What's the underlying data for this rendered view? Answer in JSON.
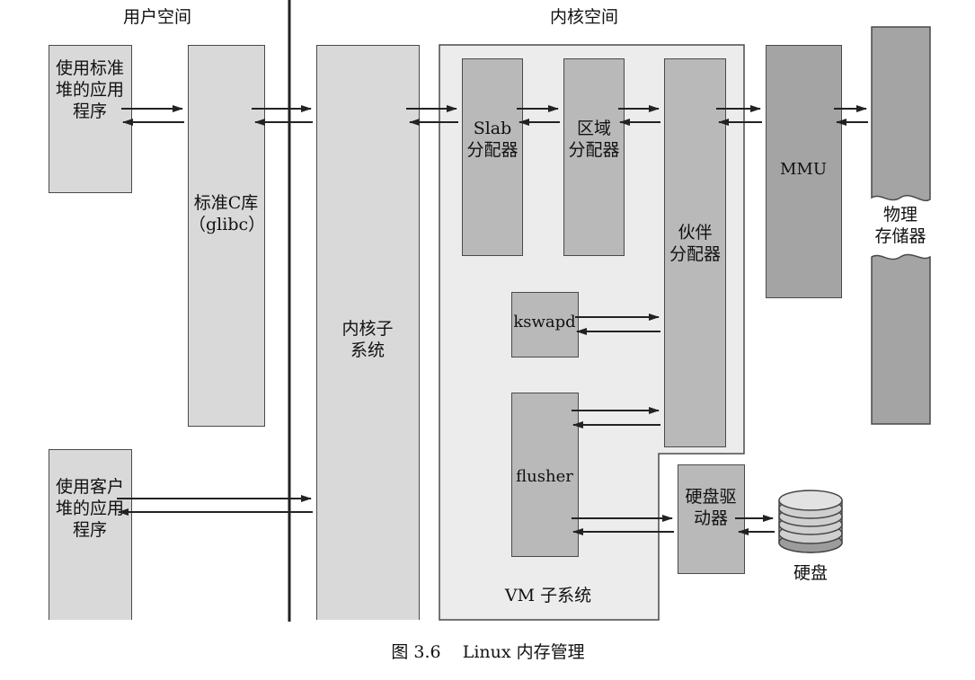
{
  "sections": {
    "user_space": "用户空间",
    "kernel_space": "内核空间"
  },
  "boxes": {
    "std_heap_app": "使用标准\n堆的应用\n程序",
    "glibc": "标准C库\n（glibc）",
    "kernel_subsystem": "内核子\n系统",
    "custom_heap_app": "使用客户\n堆的应用\n程序",
    "slab": "Slab\n分配器",
    "zone": "区域\n分配器",
    "buddy": "伙伴\n分配器",
    "kswapd": "kswapd",
    "flusher": "flusher",
    "vm_subsystem": "VM 子系统",
    "mmu": "MMU",
    "physical_memory": "物理\n存储器",
    "disk_driver": "硬盘驱\n动器",
    "disk": "硬盘"
  },
  "caption": "图 3.6    Linux 内存管理",
  "colors": {
    "light_box": "#d9d9d9",
    "mid_box": "#b9b9b9",
    "dark_box": "#a4a4a4",
    "vm_region": "#ececec",
    "line": "#222222"
  }
}
